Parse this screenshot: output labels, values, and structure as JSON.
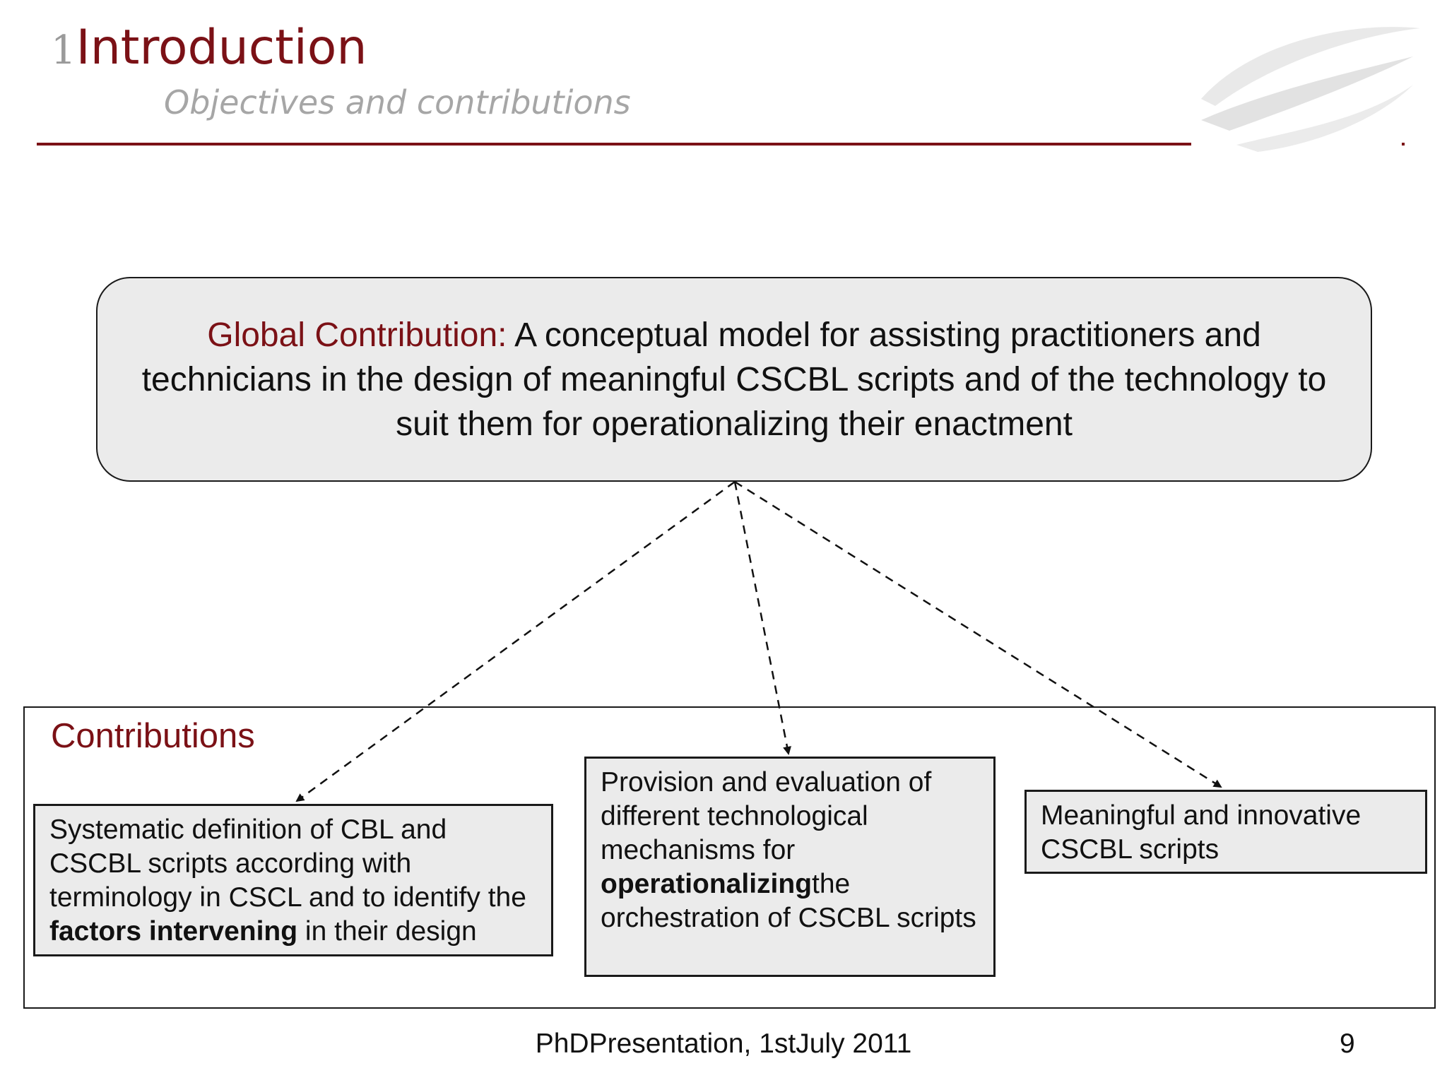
{
  "header": {
    "section_number": "1",
    "title": "Introduction",
    "subtitle": "Objectives and contributions"
  },
  "global_contribution": {
    "label": "Global Contribution:",
    "text": " A conceptual model for assisting practitioners and technicians in the design of meaningful CSCBL scripts and of the technology to suit them for operationalizing their enactment"
  },
  "contributions": {
    "title": "Contributions",
    "items": [
      {
        "pre": " Systematic definition of CBL and CSCBL scripts according with terminology in CSCL and to identify the ",
        "bold": "factors intervening",
        "post": " in their design"
      },
      {
        "pre": "Provision and evaluation of different technological mechanisms for ",
        "bold": "operationalizing",
        "post": "the orchestration of CSCBL scripts"
      },
      {
        "pre": "Meaningful and innovative CSCBL scripts",
        "bold": "",
        "post": ""
      }
    ]
  },
  "footer": {
    "text": "PhDPresentation, 1stJuly 2011",
    "page": "9"
  },
  "colors": {
    "accent": "#7b1116",
    "box_fill": "#ebebeb",
    "subtitle": "#a6a6a6"
  }
}
